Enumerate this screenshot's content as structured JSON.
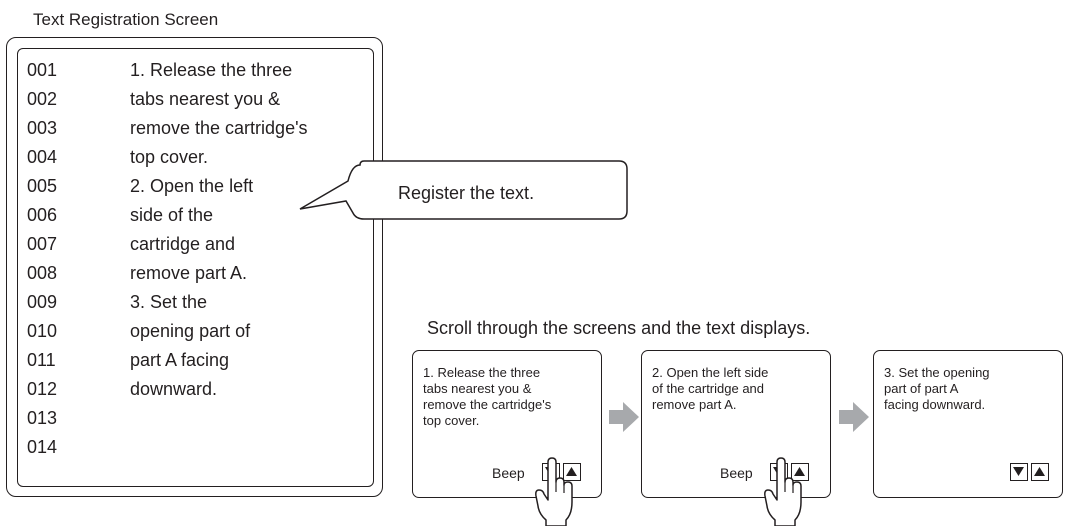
{
  "registration": {
    "title": "Text Registration Screen",
    "lines": [
      {
        "num": "001",
        "text": "1. Release the three"
      },
      {
        "num": "002",
        "text": "tabs nearest you &"
      },
      {
        "num": "003",
        "text": "remove the cartridge's"
      },
      {
        "num": "004",
        "text": "top cover."
      },
      {
        "num": "005",
        "text": "2. Open the left"
      },
      {
        "num": "006",
        "text": "side of the"
      },
      {
        "num": "007",
        "text": "cartridge and"
      },
      {
        "num": "008",
        "text": "remove part A."
      },
      {
        "num": "009",
        "text": "3. Set the"
      },
      {
        "num": "010",
        "text": "opening part of"
      },
      {
        "num": "011",
        "text": "part A facing"
      },
      {
        "num": "012",
        "text": "downward."
      },
      {
        "num": "013",
        "text": ""
      },
      {
        "num": "014",
        "text": ""
      }
    ]
  },
  "callout": {
    "text": "Register the text."
  },
  "flow": {
    "caption": "Scroll through the screens and the text displays.",
    "screens": [
      {
        "text": "1. Release the three\ntabs nearest you &\nremove the cartridge's\ntop cover.",
        "beep": "Beep"
      },
      {
        "text": "2. Open the left side\nof the cartridge and\nremove part A.",
        "beep": "Beep"
      },
      {
        "text": "3. Set the opening\npart of part A\nfacing downward.",
        "beep": ""
      }
    ],
    "arrow_color": "#a7a9ac"
  }
}
